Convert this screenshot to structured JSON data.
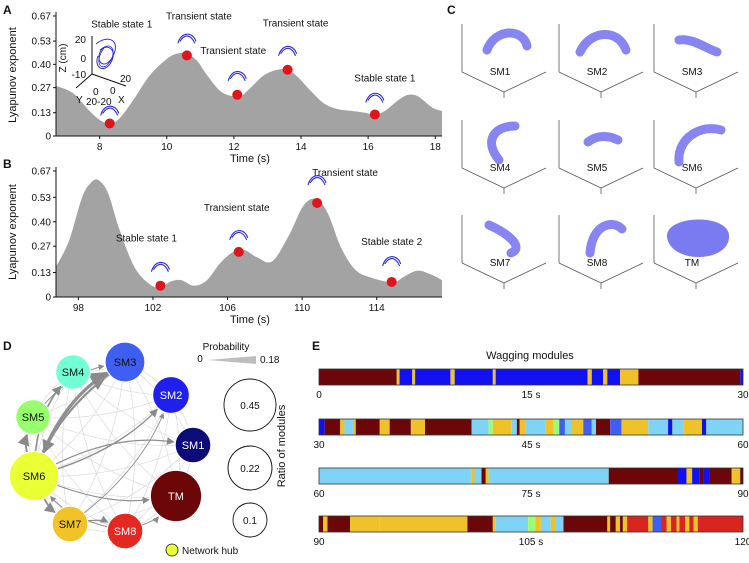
{
  "panels": {
    "A": "A",
    "B": "B",
    "C": "C",
    "D": "D",
    "E": "E"
  },
  "chart_data": [
    {
      "type": "area",
      "panel": "A",
      "xlabel": "Time (s)",
      "ylabel": "Lyapunov exponent",
      "xlim": [
        6.7,
        18.2
      ],
      "ylim": [
        0,
        0.67
      ],
      "xticks": [
        8,
        10,
        12,
        14,
        16,
        18
      ],
      "yticks": [
        0,
        0.13,
        0.27,
        0.4,
        0.53,
        0.67
      ],
      "ytick_labels": [
        "0",
        "0.13",
        "0.27",
        "0.40",
        "0.53",
        "0.67"
      ],
      "x": [
        6.7,
        7.2,
        7.7,
        8.0,
        8.3,
        8.6,
        9.0,
        9.5,
        10.0,
        10.3,
        10.6,
        10.9,
        11.2,
        11.6,
        12.0,
        12.2,
        12.5,
        12.9,
        13.3,
        13.6,
        13.9,
        14.3,
        14.7,
        15.1,
        15.5,
        15.9,
        16.2,
        16.5,
        16.9,
        17.2,
        17.5,
        17.9,
        18.2
      ],
      "y": [
        0.28,
        0.24,
        0.14,
        0.09,
        0.07,
        0.1,
        0.2,
        0.34,
        0.43,
        0.46,
        0.46,
        0.42,
        0.34,
        0.25,
        0.22,
        0.22,
        0.27,
        0.34,
        0.37,
        0.37,
        0.33,
        0.25,
        0.18,
        0.15,
        0.14,
        0.13,
        0.12,
        0.14,
        0.2,
        0.23,
        0.22,
        0.16,
        0.14
      ],
      "markers": [
        {
          "x": 8.3,
          "y": 0.07,
          "label": "Stable state 1"
        },
        {
          "x": 10.6,
          "y": 0.45,
          "label": "Transient state"
        },
        {
          "x": 12.1,
          "y": 0.23,
          "label": "Transient state"
        },
        {
          "x": 13.6,
          "y": 0.37,
          "label": "Transient state"
        },
        {
          "x": 16.2,
          "y": 0.12,
          "label": "Stable state 1"
        }
      ],
      "inset": {
        "zlabel": "Z (cm)",
        "xlabel": "X",
        "ylabel": "Y",
        "z_ticks": [
          "20",
          "0",
          "-10"
        ],
        "x_ticks": [
          "20",
          "0",
          "-20"
        ],
        "y_ticks": [
          "20",
          "0"
        ],
        "x_y_joint_tick": "20-20"
      }
    },
    {
      "type": "area",
      "panel": "B",
      "xlabel": "Time (s)",
      "ylabel": "Lyapunov exponent",
      "xlim": [
        96.8,
        117.5
      ],
      "ylim": [
        0,
        0.67
      ],
      "xticks": [
        98,
        102,
        106,
        110,
        114
      ],
      "yticks": [
        0,
        0.13,
        0.27,
        0.4,
        0.53,
        0.67
      ],
      "ytick_labels": [
        "0",
        "0.13",
        "0.27",
        "0.40",
        "0.53",
        "0.67"
      ],
      "x": [
        96.8,
        97.5,
        98.2,
        98.7,
        99.1,
        99.6,
        100.2,
        101.0,
        101.8,
        102.4,
        102.9,
        103.5,
        104.2,
        104.9,
        105.6,
        106.3,
        106.9,
        107.6,
        108.4,
        109.3,
        110.1,
        110.8,
        111.4,
        112.1,
        112.9,
        113.8,
        114.6,
        115.0,
        115.5,
        116.2,
        116.9,
        117.5
      ],
      "y": [
        0.16,
        0.3,
        0.53,
        0.61,
        0.62,
        0.55,
        0.36,
        0.16,
        0.07,
        0.05,
        0.08,
        0.09,
        0.06,
        0.09,
        0.18,
        0.24,
        0.25,
        0.21,
        0.19,
        0.33,
        0.49,
        0.52,
        0.44,
        0.26,
        0.14,
        0.1,
        0.08,
        0.08,
        0.11,
        0.14,
        0.12,
        0.09
      ],
      "markers": [
        {
          "x": 102.4,
          "y": 0.06,
          "label": "Stable state 1"
        },
        {
          "x": 106.6,
          "y": 0.24,
          "label": "Transient state"
        },
        {
          "x": 110.8,
          "y": 0.5,
          "label": "Transient state"
        },
        {
          "x": 114.8,
          "y": 0.08,
          "label": "Stable state 2"
        }
      ]
    },
    {
      "type": "scatter",
      "panel": "C",
      "modules": [
        "SM1",
        "SM2",
        "SM3",
        "SM4",
        "SM5",
        "SM6",
        "SM7",
        "SM8",
        "TM"
      ]
    },
    {
      "type": "network",
      "panel": "D",
      "nodes": [
        {
          "name": "SM1",
          "color": "#0d0a7a",
          "ratio": 0.15,
          "text_color": "#ffffff"
        },
        {
          "name": "SM2",
          "color": "#2020ee",
          "ratio": 0.16,
          "text_color": "#ffffff"
        },
        {
          "name": "SM3",
          "color": "#3f5ff2",
          "ratio": 0.19,
          "text_color": "#111111"
        },
        {
          "name": "SM4",
          "color": "#73ffd6",
          "ratio": 0.14,
          "text_color": "#111111"
        },
        {
          "name": "SM5",
          "color": "#97ff6c",
          "ratio": 0.14,
          "text_color": "#111111"
        },
        {
          "name": "SM6",
          "color": "#eaff34",
          "ratio": 0.28,
          "text_color": "#111111"
        },
        {
          "name": "SM7",
          "color": "#f2c327",
          "ratio": 0.15,
          "text_color": "#111111"
        },
        {
          "name": "SM8",
          "color": "#e32721",
          "ratio": 0.15,
          "text_color": "#ffffff"
        },
        {
          "name": "TM",
          "color": "#6c0709",
          "ratio": 0.3,
          "text_color": "#ffffff"
        }
      ],
      "probability_legend": {
        "title": "Probability",
        "min_label": "0",
        "max_label": "0.18"
      },
      "ratio_legend": {
        "title": "Ratio of modules",
        "values": [
          0.45,
          0.22,
          0.1
        ],
        "labels": [
          "0.45",
          "0.22",
          "0.1"
        ]
      },
      "hub_legend": "Network hub",
      "hub_color": "#eaff34"
    },
    {
      "type": "timeline",
      "panel": "E",
      "title": "Wagging modules",
      "colors": {
        "TM": "#6b0708",
        "SM1": "#0e0b79",
        "SM2": "#1010f0",
        "SM3": "#3f5ff2",
        "SM4": "#72f5d0",
        "SM5": "#9cfc74",
        "SM6": "#e6f542",
        "SM7": "#f0c22a",
        "SM8": "#d8251f",
        "SKY": "#7fd4f5"
      },
      "rows": [
        {
          "range": [
            0,
            30
          ],
          "tick_labels": [
            "0",
            "15 s",
            "30"
          ],
          "segments": [
            [
              0,
              5.5,
              "TM"
            ],
            [
              5.5,
              5.7,
              "SM7"
            ],
            [
              5.7,
              6.6,
              "SM2"
            ],
            [
              6.6,
              6.8,
              "SM7"
            ],
            [
              6.8,
              9.3,
              "SM2"
            ],
            [
              9.3,
              9.6,
              "SM7"
            ],
            [
              9.6,
              12.3,
              "SM2"
            ],
            [
              12.3,
              12.5,
              "SM7"
            ],
            [
              12.5,
              19.0,
              "SM2"
            ],
            [
              19.0,
              19.3,
              "SM7"
            ],
            [
              19.3,
              20.1,
              "SM2"
            ],
            [
              20.1,
              20.4,
              "SM7"
            ],
            [
              20.4,
              21.3,
              "SM2"
            ],
            [
              21.3,
              22.6,
              "SM7"
            ],
            [
              22.6,
              29.8,
              "TM"
            ],
            [
              29.8,
              30,
              "SM2"
            ]
          ]
        },
        {
          "range": [
            30,
            60
          ],
          "tick_labels": [
            "30",
            "45 s",
            "60"
          ],
          "segments": [
            [
              30,
              30.4,
              "SM2"
            ],
            [
              30.4,
              31.5,
              "TM"
            ],
            [
              31.5,
              31.8,
              "SM7"
            ],
            [
              31.8,
              32.4,
              "SKY"
            ],
            [
              32.4,
              32.6,
              "SM7"
            ],
            [
              32.6,
              34.3,
              "TM"
            ],
            [
              34.3,
              35.0,
              "SM7"
            ],
            [
              35.0,
              36.5,
              "TM"
            ],
            [
              36.5,
              37.5,
              "SM7"
            ],
            [
              37.5,
              40.8,
              "TM"
            ],
            [
              40.8,
              42.0,
              "SKY"
            ],
            [
              42.0,
              42.3,
              "SM5"
            ],
            [
              42.3,
              43.6,
              "SM7"
            ],
            [
              43.6,
              44.0,
              "SKY"
            ],
            [
              44.0,
              44.2,
              "TM"
            ],
            [
              44.2,
              44.6,
              "SM7"
            ],
            [
              44.6,
              46.0,
              "SKY"
            ],
            [
              46.0,
              46.6,
              "SM7"
            ],
            [
              46.6,
              47.0,
              "SM5"
            ],
            [
              47.0,
              47.4,
              "SM3"
            ],
            [
              47.4,
              47.9,
              "SKY"
            ],
            [
              47.9,
              48.7,
              "SM7"
            ],
            [
              48.7,
              49.3,
              "SM3"
            ],
            [
              49.3,
              49.6,
              "SKY"
            ],
            [
              49.6,
              50.6,
              "TM"
            ],
            [
              50.6,
              51.4,
              "SM3"
            ],
            [
              51.4,
              53.3,
              "SM7"
            ],
            [
              53.3,
              54.7,
              "SKY"
            ],
            [
              54.7,
              55.0,
              "SM2"
            ],
            [
              55.0,
              55.8,
              "SKY"
            ],
            [
              55.8,
              57.1,
              "SM7"
            ],
            [
              57.1,
              57.4,
              "SM2"
            ],
            [
              57.4,
              60,
              "SKY"
            ]
          ]
        },
        {
          "range": [
            60,
            90
          ],
          "tick_labels": [
            "60",
            "75 s",
            "90"
          ],
          "segments": [
            [
              60,
              70.8,
              "SKY"
            ],
            [
              70.8,
              71.0,
              "SM7"
            ],
            [
              71.0,
              71.5,
              "SKY"
            ],
            [
              71.5,
              71.8,
              "TM"
            ],
            [
              71.8,
              72.0,
              "SM7"
            ],
            [
              72.0,
              80.5,
              "SKY"
            ],
            [
              80.5,
              85.4,
              "TM"
            ],
            [
              85.4,
              86.0,
              "SM2"
            ],
            [
              86.0,
              86.4,
              "SM7"
            ],
            [
              86.4,
              86.9,
              "SM2"
            ],
            [
              86.9,
              87.2,
              "TM"
            ],
            [
              87.2,
              87.6,
              "SM2"
            ],
            [
              87.6,
              89.2,
              "TM"
            ],
            [
              89.2,
              89.8,
              "SM7"
            ],
            [
              89.8,
              90,
              "TM"
            ]
          ]
        },
        {
          "range": [
            90,
            120
          ],
          "tick_labels": [
            "90",
            "105 s",
            "120"
          ],
          "segments": [
            [
              90,
              90.3,
              "TM"
            ],
            [
              90.3,
              90.6,
              "SM7"
            ],
            [
              90.6,
              92.2,
              "TM"
            ],
            [
              92.2,
              94.3,
              "SM7"
            ],
            [
              94.3,
              100.5,
              "SM7"
            ],
            [
              100.5,
              102.3,
              "TM"
            ],
            [
              102.3,
              102.5,
              "SM7"
            ],
            [
              102.5,
              104.8,
              "SKY"
            ],
            [
              104.8,
              105.3,
              "SM5"
            ],
            [
              105.3,
              105.7,
              "SM7"
            ],
            [
              105.7,
              106.4,
              "SKY"
            ],
            [
              106.4,
              106.7,
              "SM7"
            ],
            [
              106.7,
              107.3,
              "SKY"
            ],
            [
              107.3,
              110.4,
              "TM"
            ],
            [
              110.4,
              110.6,
              "SM7"
            ],
            [
              110.6,
              111.0,
              "TM"
            ],
            [
              111.0,
              111.3,
              "SM7"
            ],
            [
              111.3,
              111.5,
              "TM"
            ],
            [
              111.5,
              111.8,
              "SM7"
            ],
            [
              111.8,
              113.3,
              "SM8"
            ],
            [
              113.3,
              113.6,
              "SM7"
            ],
            [
              113.6,
              114.2,
              "SM3"
            ],
            [
              114.2,
              114.6,
              "SM8"
            ],
            [
              114.6,
              114.9,
              "SM7"
            ],
            [
              114.9,
              115.3,
              "SM8"
            ],
            [
              115.3,
              115.5,
              "SM7"
            ],
            [
              115.5,
              115.9,
              "SM8"
            ],
            [
              115.9,
              116.2,
              "SM7"
            ],
            [
              116.2,
              116.5,
              "SM8"
            ],
            [
              116.5,
              116.8,
              "SM7"
            ],
            [
              116.8,
              120,
              "SM8"
            ]
          ]
        }
      ]
    }
  ]
}
